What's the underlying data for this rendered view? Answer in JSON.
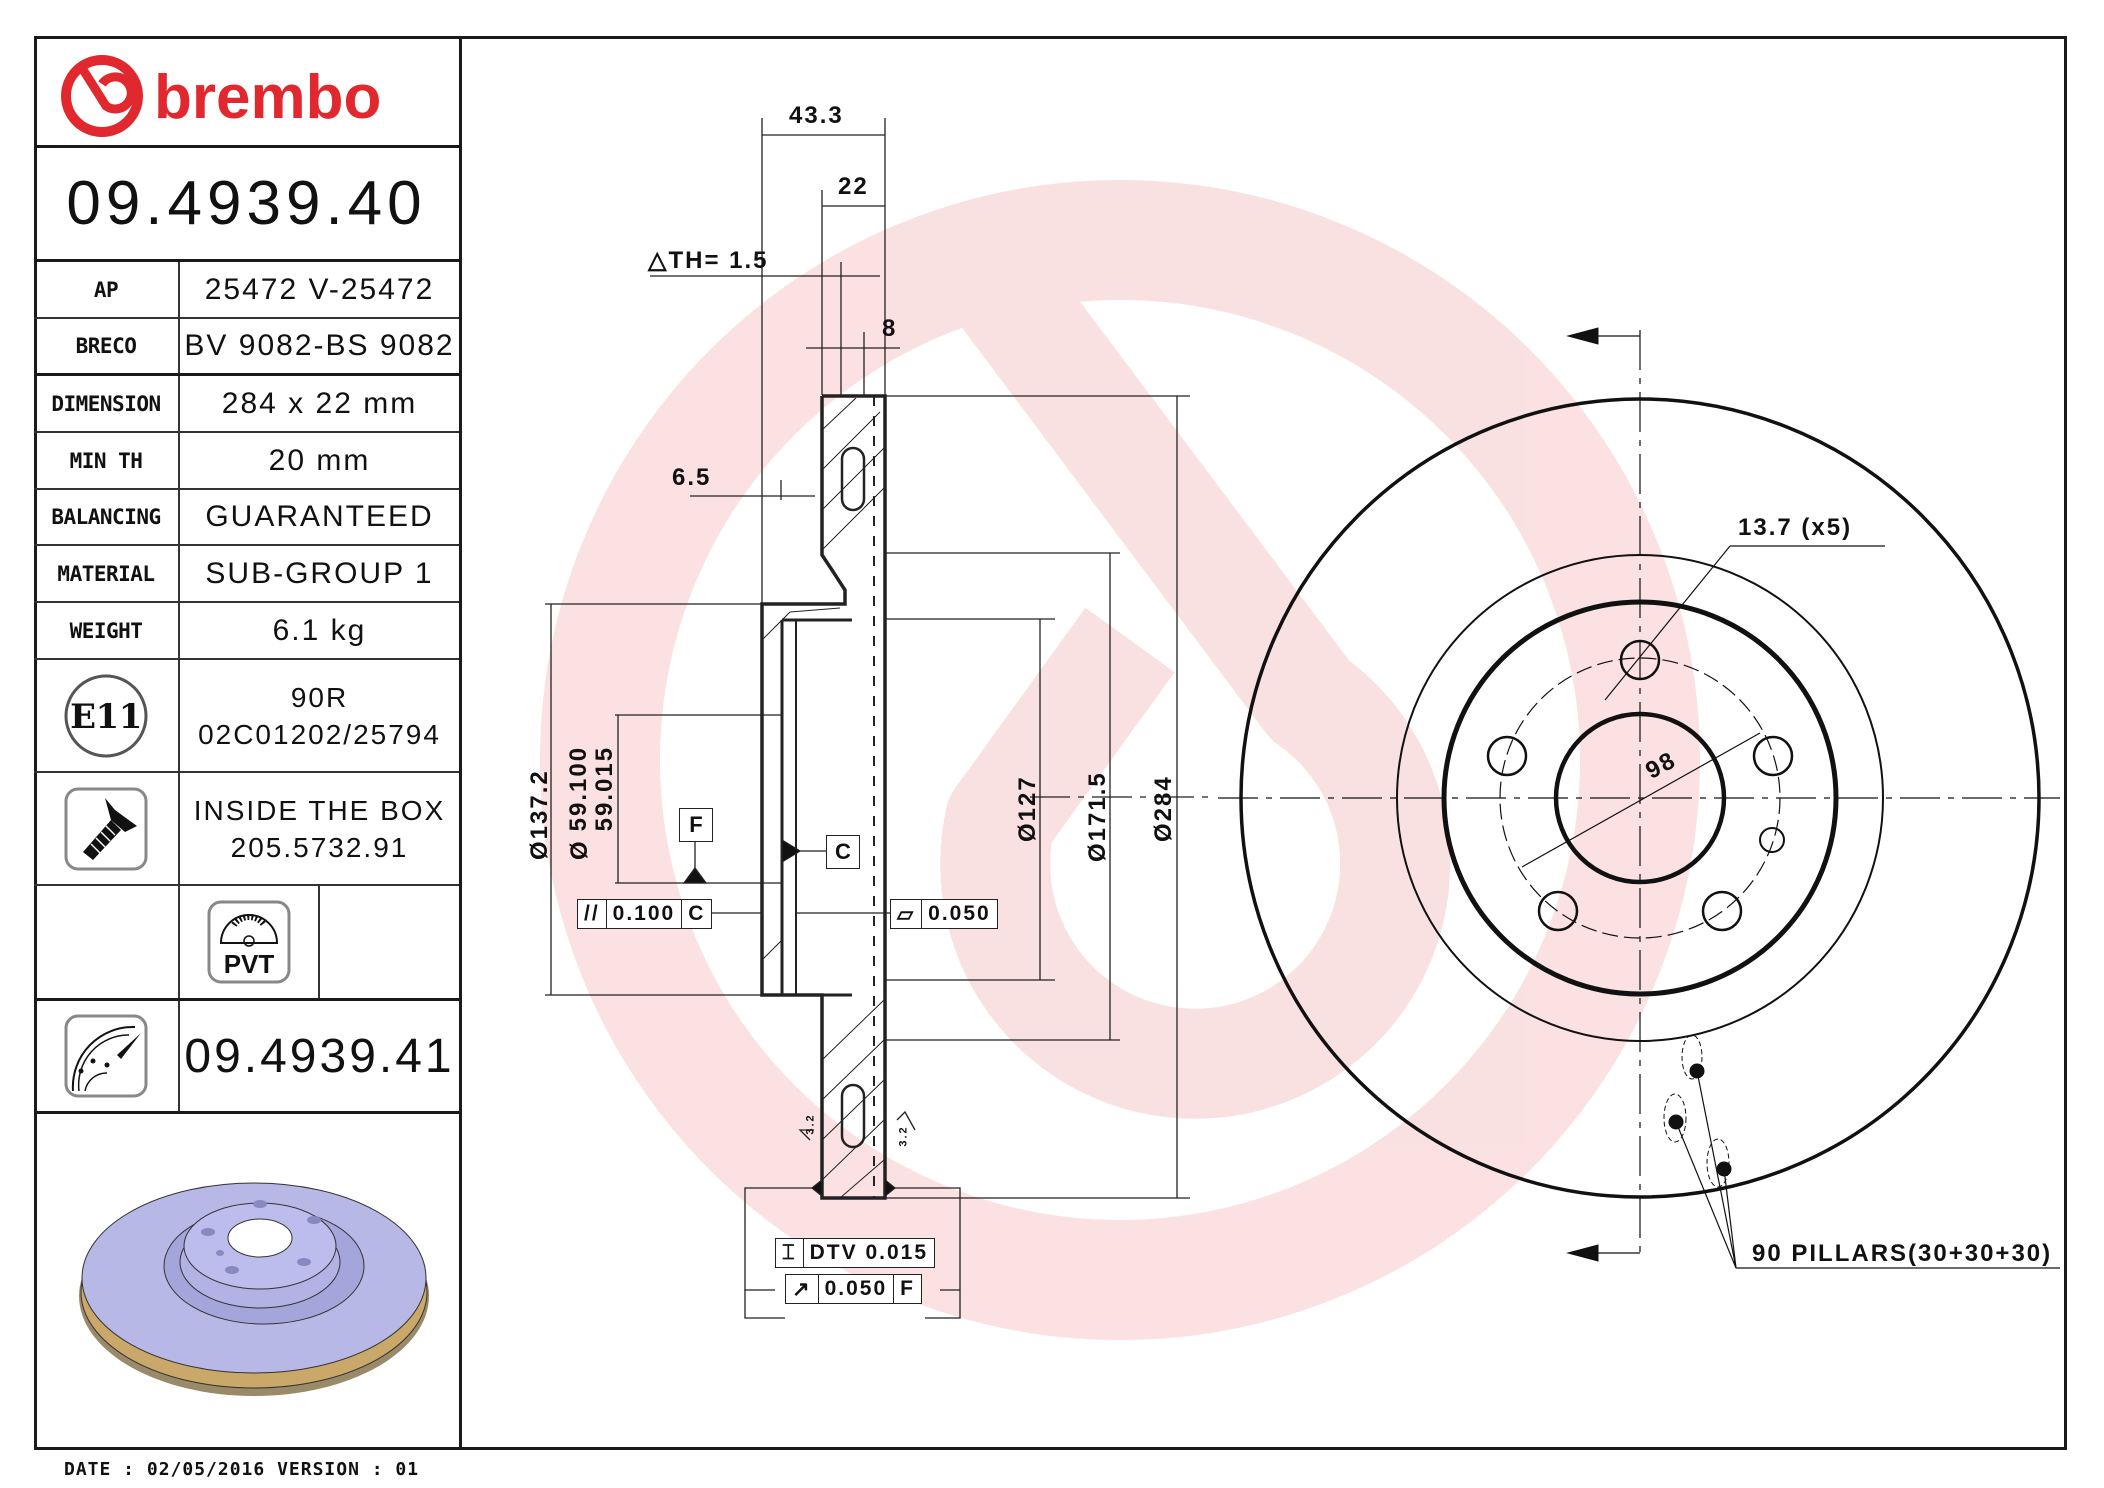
{
  "brand": {
    "name": "brembo",
    "color": "#e0282e"
  },
  "part_number": "09.4939.40",
  "specs": [
    {
      "label": "AP",
      "value": "25472 V-25472"
    },
    {
      "label": "BRECO",
      "value": "BV 9082-BS 9082"
    },
    {
      "label": "DIMENSION",
      "value": "284 x 22 mm"
    },
    {
      "label": "MIN TH",
      "value": "20 mm"
    },
    {
      "label": "BALANCING",
      "value": "GUARANTEED"
    },
    {
      "label": "MATERIAL",
      "value": "SUB-GROUP 1"
    },
    {
      "label": "WEIGHT",
      "value": "6.1 kg"
    }
  ],
  "approval": {
    "icon_label": "E11",
    "line1": "90R",
    "line2": "02C01202/25794"
  },
  "hardware": {
    "line1": "INSIDE THE BOX",
    "line2": "205.5732.91"
  },
  "pvt": {
    "icon_label": "PVT"
  },
  "alt_part": {
    "number": "09.4939.41"
  },
  "footer": {
    "text": "DATE : 02/05/2016 VERSION : 01"
  },
  "section_view": {
    "dims": {
      "overall_height": "43.3",
      "thickness": "22",
      "delta_th": "△TH= 1.5",
      "vane_gap": "8",
      "hat_offset": "6.5",
      "d_137": "Ø137.2",
      "d_59_max": "59.100",
      "d_59_min": "59.015",
      "d_59_prefix": "Ø",
      "d_127": "Ø127",
      "d_171": "Ø171.5",
      "d_284": "Ø284",
      "roughness_a": "3.2",
      "roughness_b": "3.2"
    },
    "datums": {
      "f": "F",
      "c": "C"
    },
    "tolerances": {
      "parallelism": {
        "symbol": "//",
        "value": "0.100",
        "datum": "C"
      },
      "flatness": {
        "symbol": "▱",
        "value": "0.050"
      },
      "dtv": {
        "symbol": "⌶",
        "value": "DTV 0.015"
      },
      "runout": {
        "symbol": "↗",
        "value": "0.050",
        "datum": "F"
      }
    }
  },
  "front_view": {
    "bolt_hole": "13.7 (x5)",
    "pcd": "98",
    "pillars": "90 PILLARS(30+30+30)"
  },
  "colors": {
    "line": "#1a1a1a",
    "watermark": "#fbe3e3",
    "disc_face": "#b7b8e6",
    "disc_vanes": "#c9a86a"
  }
}
